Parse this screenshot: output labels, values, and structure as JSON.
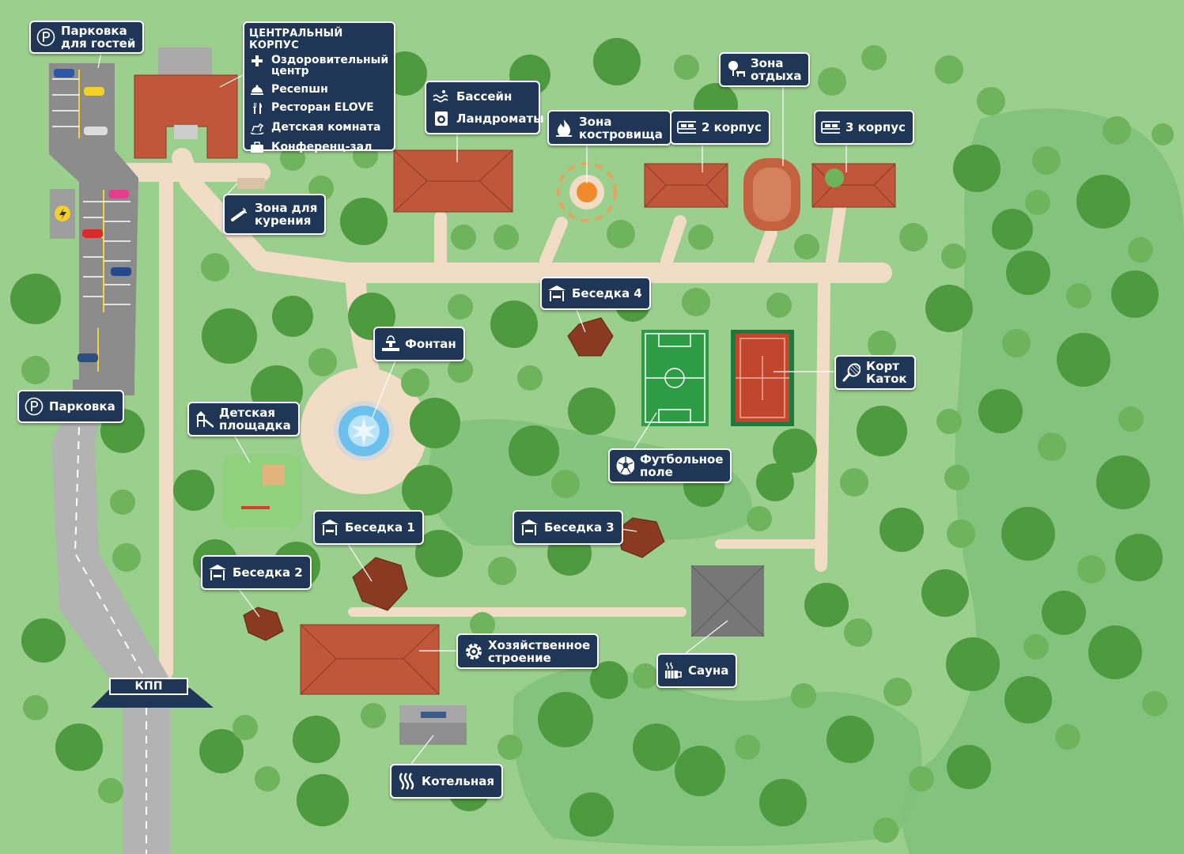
{
  "map": {
    "background": "#9bcf8e",
    "park": "#7fc07a",
    "path": "#f1dcc5",
    "road": "#b3b3b3",
    "asphalt": "#8c8c8c",
    "roof": "#c0573a",
    "label_bg": "#1f3656"
  },
  "central": {
    "title": "ЦЕНТРАЛЬНЫЙ КОРПУС",
    "items": [
      {
        "icon": "cross-icon",
        "label": "Оздоровительный\nцентр"
      },
      {
        "icon": "bell-icon",
        "label": "Ресепшн"
      },
      {
        "icon": "cutlery-icon",
        "label": "Ресторан ELOVE"
      },
      {
        "icon": "rocking-horse-icon",
        "label": "Детская комната"
      },
      {
        "icon": "briefcase-icon",
        "label": "Конференц-зал"
      }
    ]
  },
  "labels": {
    "guest_parking": {
      "icon": "parking-icon",
      "text": "Парковка\nдля гостей"
    },
    "parking": {
      "icon": "parking-icon",
      "text": "Парковка"
    },
    "smoking": {
      "icon": "cigarette-icon",
      "text": "Зона для\nкурения"
    },
    "pool": {
      "icon": "waves-icon",
      "text": "Бассейн"
    },
    "laundry": {
      "icon": "washer-icon",
      "text": "Ландроматы"
    },
    "bonfire": {
      "icon": "fire-icon",
      "text": "Зона\nкостровища"
    },
    "building2": {
      "icon": "bed-icon",
      "text": "2 корпус"
    },
    "rest_zone": {
      "icon": "tree-bench-icon",
      "text": "Зона\nотдыха"
    },
    "building3": {
      "icon": "bed-icon",
      "text": "3 корпус"
    },
    "gazebo4": {
      "icon": "gazebo-icon",
      "text": "Беседка 4"
    },
    "fountain": {
      "icon": "fountain-icon",
      "text": "Фонтан"
    },
    "court": {
      "icon": "racket-icon",
      "text": "Корт\nКаток"
    },
    "playground": {
      "icon": "playground-icon",
      "text": "Детская\nплощадка"
    },
    "football": {
      "icon": "ball-icon",
      "text": "Футбольное\nполе"
    },
    "gazebo1": {
      "icon": "gazebo-icon",
      "text": "Беседка 1"
    },
    "gazebo3": {
      "icon": "gazebo-icon",
      "text": "Беседка 3"
    },
    "gazebo2": {
      "icon": "gazebo-icon",
      "text": "Беседка 2"
    },
    "utility": {
      "icon": "gear-icon",
      "text": "Хозяйственное\nстроение"
    },
    "sauna": {
      "icon": "sauna-icon",
      "text": "Сауна"
    },
    "boiler": {
      "icon": "heat-icon",
      "text": "Котельная"
    }
  },
  "checkpoint": "КПП"
}
